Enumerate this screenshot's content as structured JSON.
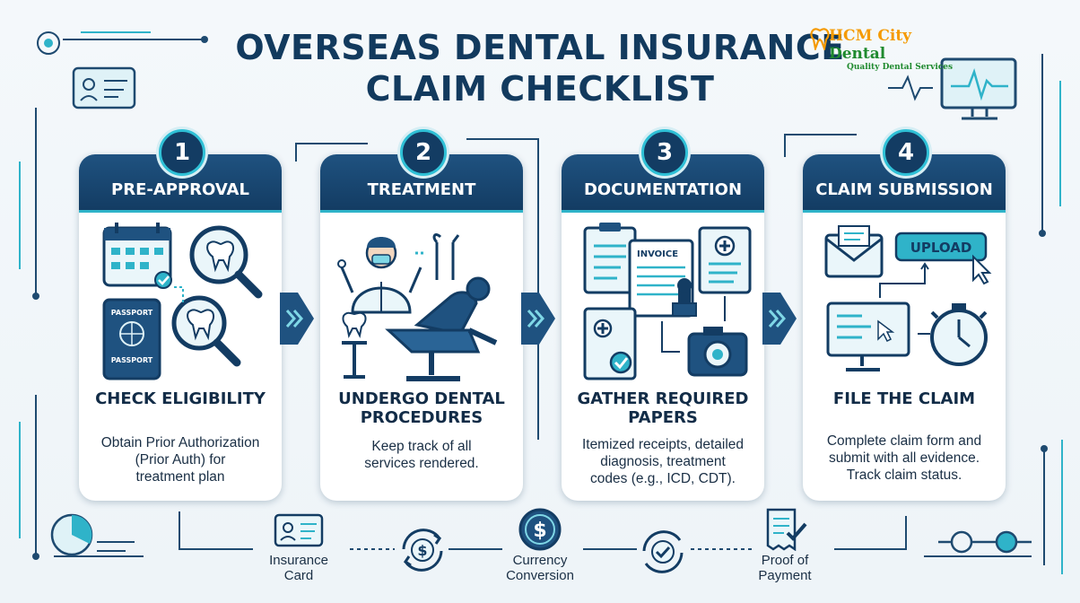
{
  "title": {
    "line1": "OVERSEAS DENTAL INSURANCE",
    "line2": "CLAIM CHECKLIST"
  },
  "brand": {
    "name_part1": "HCM City ",
    "name_part2": "Dental",
    "tagline": "Quality Dental Services"
  },
  "colors": {
    "navy": "#133c63",
    "teal": "#2fb3c9",
    "brand_orange": "#f59a00",
    "brand_green": "#1f8a2e"
  },
  "steps": [
    {
      "number": "1",
      "title": "PRE-APPROVAL",
      "subtitle_lines": [
        "CHECK ELIGIBILITY"
      ],
      "desc_lines": [
        "Obtain Prior Authorization",
        "(Prior Auth) for",
        "treatment plan"
      ],
      "icons": [
        "calendar-icon",
        "passport-icon",
        "magnifier-tooth-icon"
      ],
      "illus_labels": [
        "PASSPORT",
        "PASSPORT"
      ]
    },
    {
      "number": "2",
      "title": "TREATMENT",
      "subtitle_lines": [
        "UNDERGO DENTAL",
        "PROCEDURES"
      ],
      "desc_lines": [
        "Keep track of all",
        "services rendered."
      ],
      "icons": [
        "dentist-icon",
        "dental-chair-icon",
        "dental-tools-icon"
      ]
    },
    {
      "number": "3",
      "title": "DOCUMENTATION",
      "subtitle_lines": [
        "GATHER REQUIRED",
        "PAPERS"
      ],
      "desc_lines": [
        "Itemized receipts, detailed",
        "diagnosis, treatment",
        "codes (e.g., ICD, CDT)."
      ],
      "icons": [
        "invoice-icon",
        "stamp-icon",
        "camera-icon",
        "clipboard-icon"
      ],
      "illus_labels": [
        "INVOICE"
      ]
    },
    {
      "number": "4",
      "title": "CLAIM SUBMISSION",
      "subtitle_lines": [
        "FILE THE CLAIM"
      ],
      "desc_lines": [
        "Complete claim form and",
        "submit with all evidence.",
        "Track claim status."
      ],
      "icons": [
        "envelope-icon",
        "computer-icon",
        "stopwatch-icon",
        "cursor-icon"
      ],
      "illus_labels": [
        "UPLOAD"
      ]
    }
  ],
  "bottom_items": [
    {
      "label_lines": [
        "Insurance",
        "Card"
      ],
      "icon": "id-card-icon"
    },
    {
      "label_lines": [
        "Currency",
        "Conversion"
      ],
      "icon": "dollar-coin-icon"
    },
    {
      "label_lines": [
        "Proof of",
        "Payment"
      ],
      "icon": "receipt-check-icon"
    }
  ]
}
